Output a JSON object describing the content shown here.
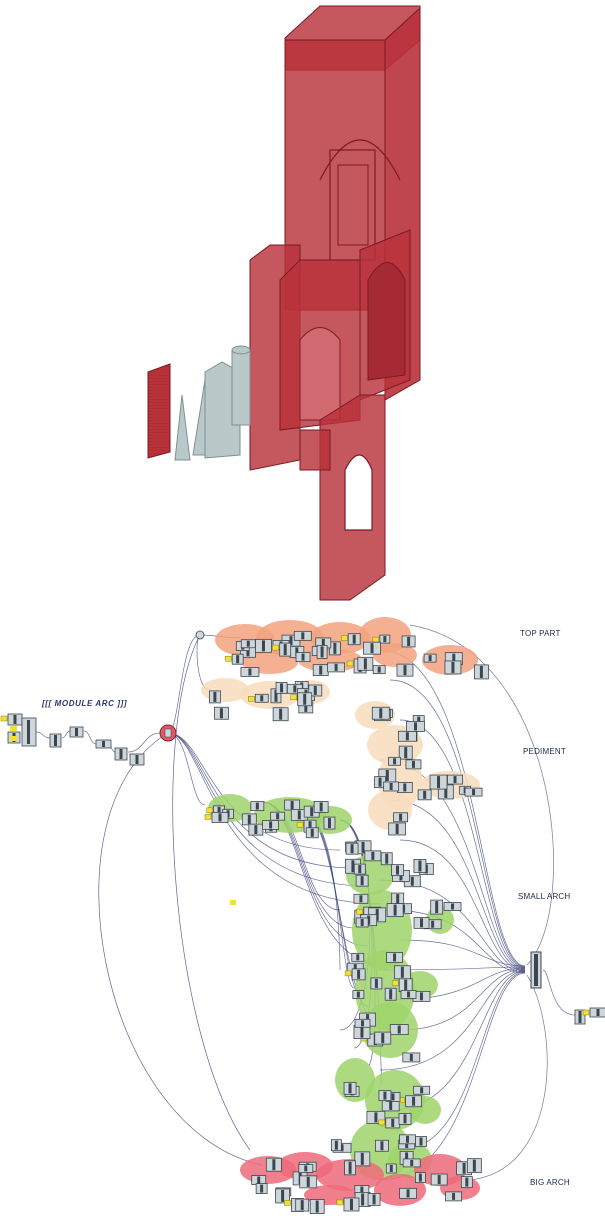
{
  "module_title": "[[[ MODULE ARC ]]]",
  "sections": {
    "top": "TOP PART",
    "pediment": "PEDIMENT",
    "small_arch": "SMALL ARCH",
    "big_arch": "BIG ARCH"
  },
  "colors": {
    "model_red": "#b8323a",
    "model_red_dark": "#7d1a22",
    "model_grey": "#b9c8c8",
    "group_top": "#f2a27e",
    "group_pediment": "#f8dcbc",
    "group_small_arch": "#9fd36b",
    "group_big_arch": "#ee6a7a",
    "wire": "#3a3f7a",
    "node_fill": "#cfd6da",
    "node_dark": "#3a4650",
    "node_yellow": "#f1e03a"
  },
  "icons": [
    "module-hub-icon",
    "bundle-panel-icon"
  ]
}
